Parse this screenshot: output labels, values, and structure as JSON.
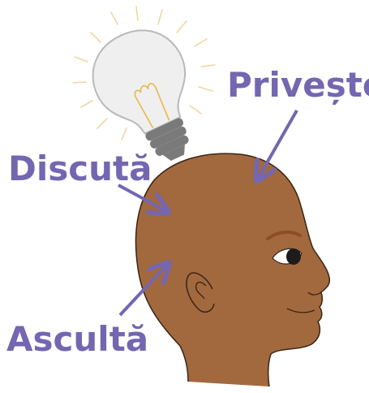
{
  "labels": {
    "priveste": "Privește",
    "discuta": "Discută",
    "asculta": "Ascultă"
  },
  "colors": {
    "label": "#7466b0",
    "arrow": "#7466b0",
    "skin": "#a2693f",
    "skin_outline": "#3b2414",
    "eyebrow": "#8c4e24",
    "eye": "#1c1c1c",
    "bulb_glass": "#efefef",
    "bulb_outline": "#b9b9b9",
    "bulb_base": "#7a7a7a",
    "filament": "#e8b84a",
    "rays": "#f1d7a0"
  },
  "icons": {
    "bulb": "lightbulb-icon",
    "head": "head-silhouette"
  }
}
